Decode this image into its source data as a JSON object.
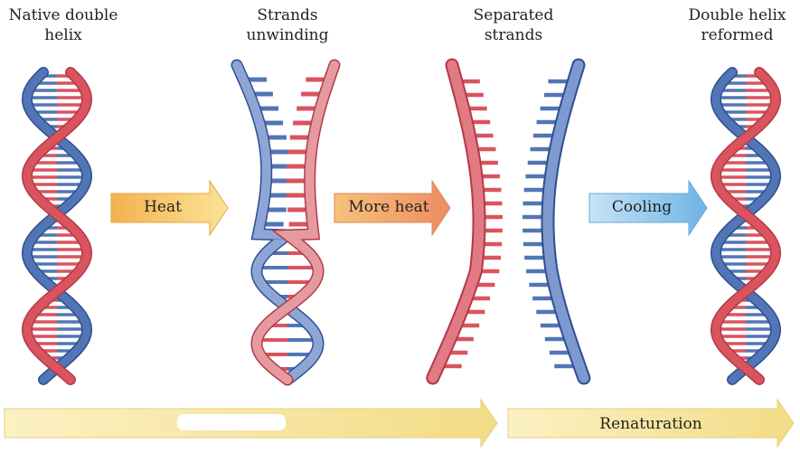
{
  "captions": {
    "native": "Native double\nhelix",
    "unwinding": "Strands\nunwinding",
    "separated": "Separated\nstrands",
    "reformed": "Double helix\nreformed"
  },
  "arrows": {
    "heat": "Heat",
    "more_heat": "More heat",
    "cooling": "Cooling"
  },
  "bottom": {
    "denaturation": "",
    "renaturation": "Renaturation"
  },
  "colors": {
    "red_strand": "#d9545f",
    "blue_strand": "#5275b5",
    "warm_arrow": "#f5c35a",
    "hot_arrow": "#f0a070",
    "cool_arrow": "#8fc8ec",
    "band": "#f8e9a6"
  }
}
